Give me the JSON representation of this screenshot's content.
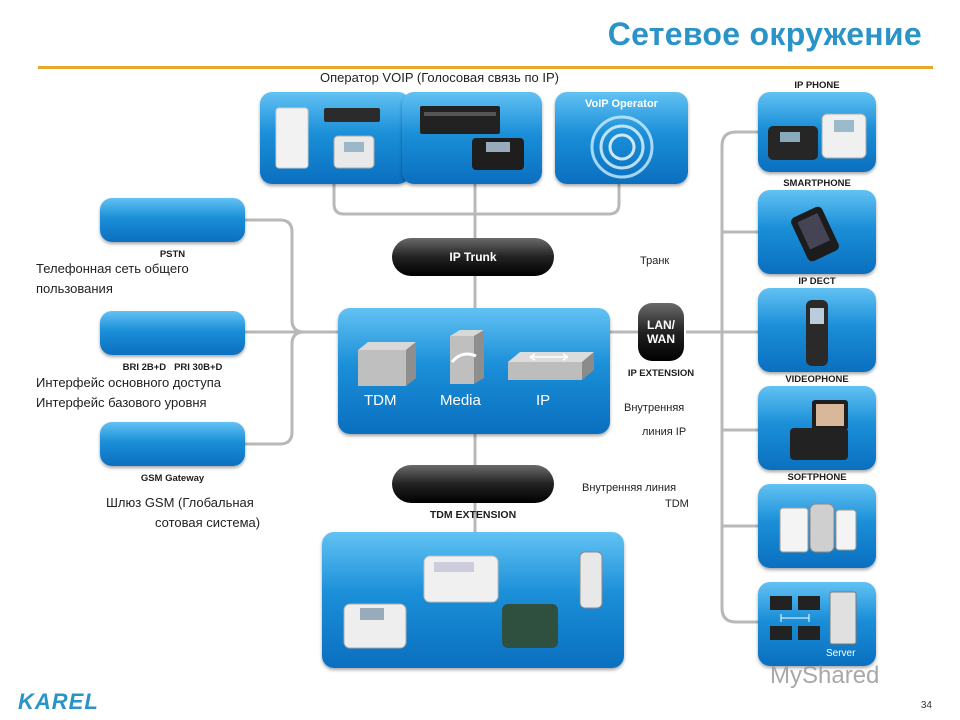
{
  "title": "Сетевое окружение",
  "voip_operator_caption": "Оператор VOIP (Голосовая связь по IP)",
  "voip_operator_box_label": "VoIP Operator",
  "ip_trunk": "IP Trunk",
  "trunk_note": "Транк",
  "pstn": {
    "caption": "PSTN",
    "note_line1": "Телефонная сеть общего",
    "note_line2": "пользования"
  },
  "bri": {
    "caption": "BRI 2B+D   PRI 30B+D",
    "note_line1": "Интерфейс основного доступа",
    "note_line2": "Интерфейс базового уровня"
  },
  "gsm": {
    "caption": "GSM Gateway",
    "note_line1": "Шлюз GSM (Глобальная",
    "note_line2": "сотовая система)"
  },
  "central": {
    "tdm": "TDM",
    "media": "Media",
    "ip": "IP"
  },
  "lan_wan": {
    "line1": "LAN/",
    "line2": "WAN"
  },
  "ip_extension": "IP EXTENSION",
  "internal_ip_line1": "Внутренняя",
  "internal_ip_line2": "линия IP",
  "tdm_extension": "TDM EXTENSION",
  "internal_tdm_line1": "Внутренняя линия",
  "internal_tdm_line2": "TDM",
  "right_devices": [
    "IP PHONE",
    "SMARTPHONE",
    "IP DECT",
    "VIDEOPHONE",
    "SOFTPHONE"
  ],
  "server_label": "Server",
  "logo": "KAREL",
  "page_number": "34",
  "watermark": "MyShared",
  "colors": {
    "title": "#2a93c8",
    "rule": "#e3a92a",
    "box": "#1b8fd8",
    "pill": "#111111",
    "connector": "#b5b5b5"
  }
}
